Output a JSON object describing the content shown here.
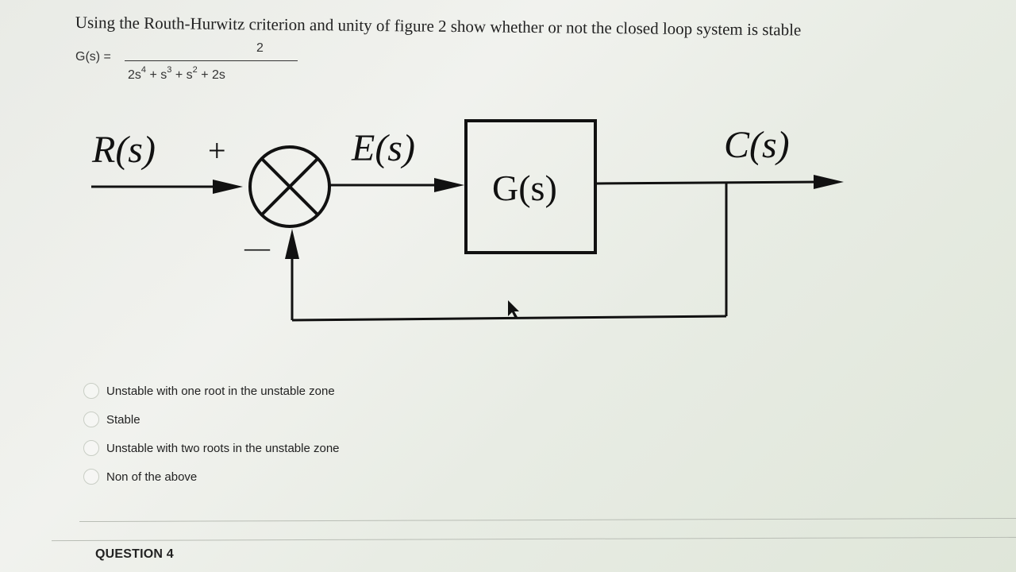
{
  "question": {
    "title": "Using the Routh-Hurwitz criterion and unity of figure 2 show whether or not the closed loop system is stable",
    "transfer_function": {
      "lhs": "G(s) =",
      "numerator": "2",
      "denominator_terms": [
        {
          "coef": "2s",
          "exp": "4",
          "after": "+"
        },
        {
          "coef": "s",
          "exp": "3",
          "after": "+"
        },
        {
          "coef": "s",
          "exp": "2",
          "after": "+"
        },
        {
          "coef": "2s",
          "exp": "",
          "after": ""
        }
      ]
    }
  },
  "diagram": {
    "input_label": "R(s)",
    "plus_sign": "+",
    "minus_sign": "—",
    "error_label": "E(s)",
    "block_label": "G(s)",
    "output_label": "C(s)"
  },
  "options": [
    {
      "label": "Unstable with one root in the unstable zone",
      "selected": false
    },
    {
      "label": "Stable",
      "selected": false
    },
    {
      "label": "Unstable with two roots in the unstable zone",
      "selected": false
    },
    {
      "label": "Non of the above",
      "selected": false
    }
  ],
  "next_question": {
    "label": "QUESTION 4"
  },
  "colors": {
    "line": "#111111",
    "text": "#222222"
  }
}
